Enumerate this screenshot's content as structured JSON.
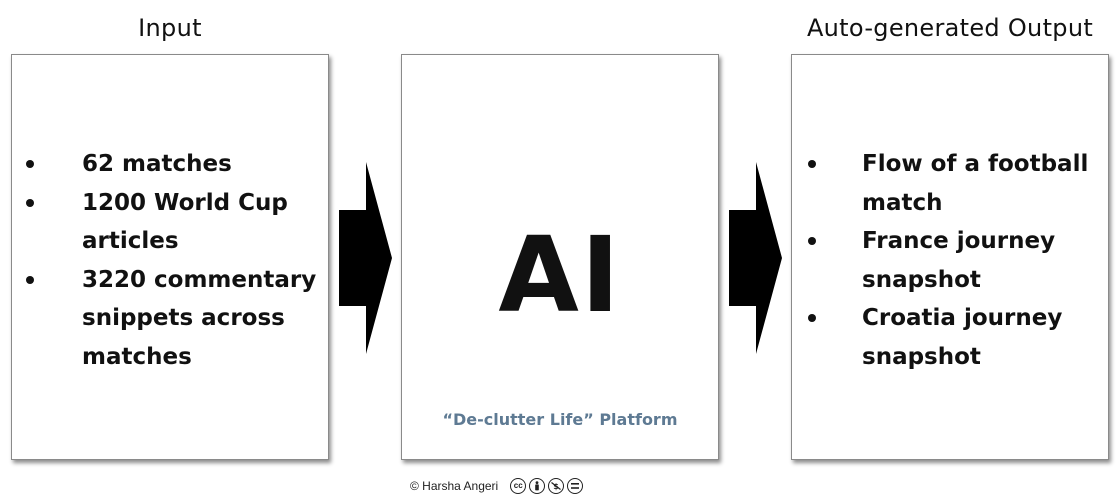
{
  "headings": {
    "input": "Input",
    "output": "Auto-generated Output"
  },
  "input_box": {
    "items": [
      {
        "lines": [
          "62 matches"
        ]
      },
      {
        "lines": [
          "1200 World Cup",
          "articles"
        ]
      },
      {
        "lines": [
          "3220 commentary",
          "snippets across",
          "matches"
        ]
      }
    ]
  },
  "ai_box": {
    "title": "AI",
    "platform": "“De-clutter Life” Platform"
  },
  "output_box": {
    "items": [
      {
        "lines": [
          "Flow of a football",
          "match"
        ]
      },
      {
        "lines": [
          "France journey",
          "snapshot"
        ]
      },
      {
        "lines": [
          "Croatia journey",
          "snapshot"
        ]
      }
    ]
  },
  "footer": {
    "credit": "© Harsha Angeri",
    "license_icons": [
      "cc-icon",
      "by-icon",
      "nc-icon",
      "nd-icon"
    ]
  },
  "colors": {
    "platform_text": "#5e7a93",
    "arrow": "#000000",
    "box_border": "#8a8a8a"
  }
}
